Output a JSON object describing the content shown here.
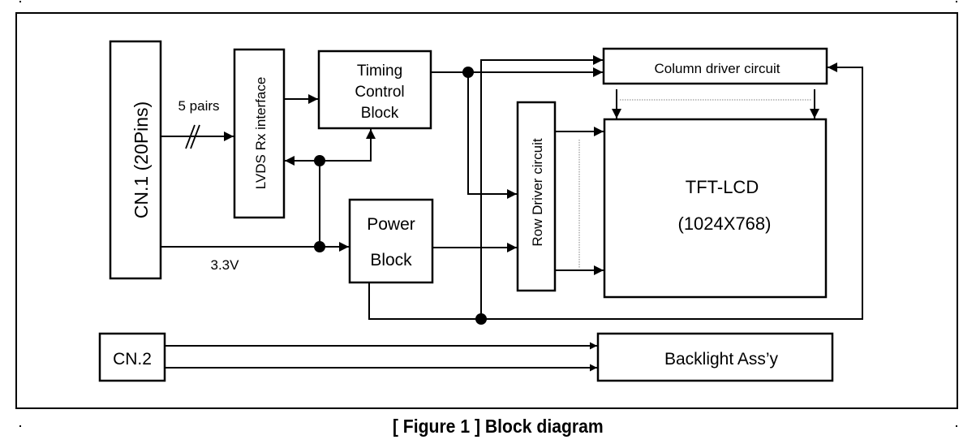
{
  "caption": "[ Figure 1 ] Block diagram",
  "blocks": {
    "cn1": "CN.1 (20Pins)",
    "lvds": "LVDS Rx  interface",
    "timing": [
      "Timing",
      "Control",
      "Block"
    ],
    "power": [
      "Power",
      "Block"
    ],
    "row_driver": "Row  Driver circuit",
    "column_driver": "Column driver circuit",
    "tft": [
      "TFT-LCD",
      "(1024X768)"
    ],
    "cn2": "CN.2",
    "backlight": "Backlight Ass’y"
  },
  "labels": {
    "pairs": "5 pairs",
    "voltage": "3.3V"
  },
  "colors": {
    "line": "#000000",
    "dotted": "#808080",
    "background": "#ffffff"
  }
}
